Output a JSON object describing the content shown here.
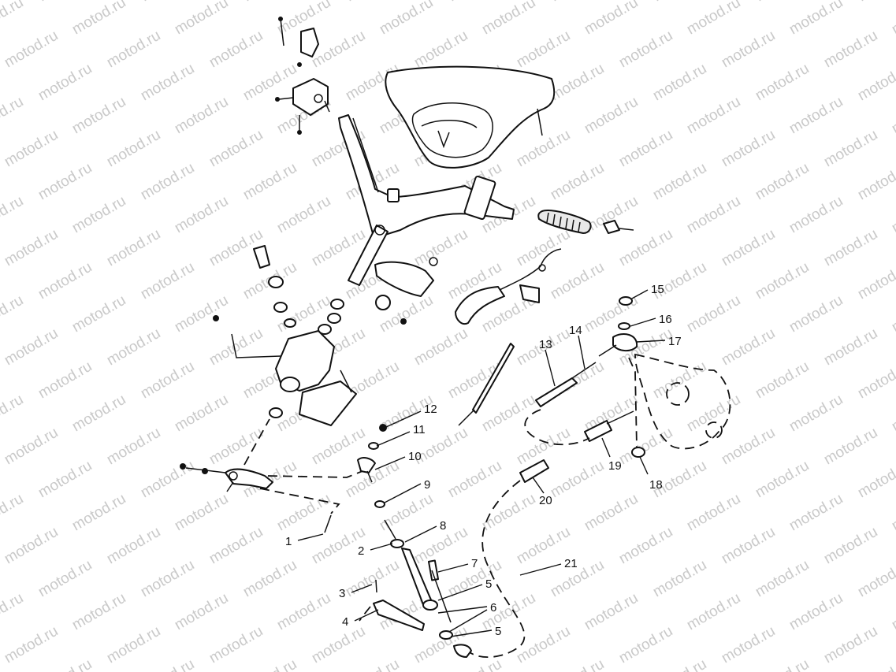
{
  "watermark": "motod.ru",
  "callouts": [
    {
      "id": "1",
      "text": "1"
    },
    {
      "id": "2",
      "text": "2"
    },
    {
      "id": "3",
      "text": "3"
    },
    {
      "id": "4",
      "text": "4"
    },
    {
      "id": "5a",
      "text": "5"
    },
    {
      "id": "5b",
      "text": "5"
    },
    {
      "id": "6",
      "text": "6"
    },
    {
      "id": "7",
      "text": "7"
    },
    {
      "id": "8",
      "text": "8"
    },
    {
      "id": "9",
      "text": "9"
    },
    {
      "id": "10",
      "text": "10"
    },
    {
      "id": "11",
      "text": "11"
    },
    {
      "id": "12",
      "text": "12"
    },
    {
      "id": "13",
      "text": "13"
    },
    {
      "id": "14",
      "text": "14"
    },
    {
      "id": "15",
      "text": "15"
    },
    {
      "id": "16",
      "text": "16"
    },
    {
      "id": "17",
      "text": "17"
    },
    {
      "id": "18",
      "text": "18"
    },
    {
      "id": "19",
      "text": "19"
    },
    {
      "id": "20",
      "text": "20"
    },
    {
      "id": "21",
      "text": "21"
    }
  ]
}
